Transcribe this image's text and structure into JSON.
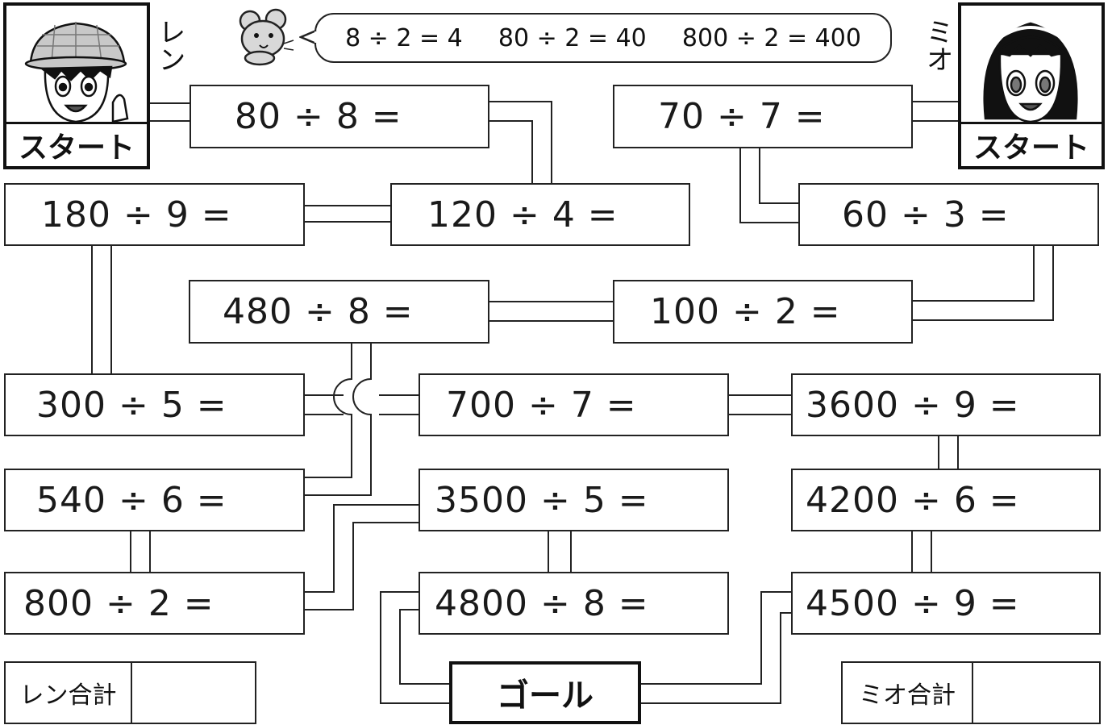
{
  "hint": {
    "examples": [
      "8 ÷ 2 = 4",
      "80 ÷ 2 = 40",
      "800 ÷ 2 = 400"
    ]
  },
  "players": {
    "left": {
      "name": "レン",
      "start_label": "スタート"
    },
    "right": {
      "name": "ミオ",
      "start_label": "スタート"
    }
  },
  "problems": [
    "80 ÷ 8 =",
    "70 ÷ 7 =",
    "180 ÷ 9 =",
    "120 ÷ 4 =",
    "60 ÷ 3 =",
    "480 ÷ 8 =",
    "100 ÷ 2 =",
    "300 ÷ 5 =",
    "700 ÷ 7 =",
    "3600 ÷ 9 =",
    "540 ÷ 6 =",
    "3500 ÷ 5 =",
    "4200 ÷ 6 =",
    "800 ÷ 2 =",
    "4800 ÷ 8 =",
    "4500 ÷ 9 ="
  ],
  "goal_label": "ゴール",
  "totals": {
    "left_label": "レン合計",
    "right_label": "ミオ合計"
  }
}
